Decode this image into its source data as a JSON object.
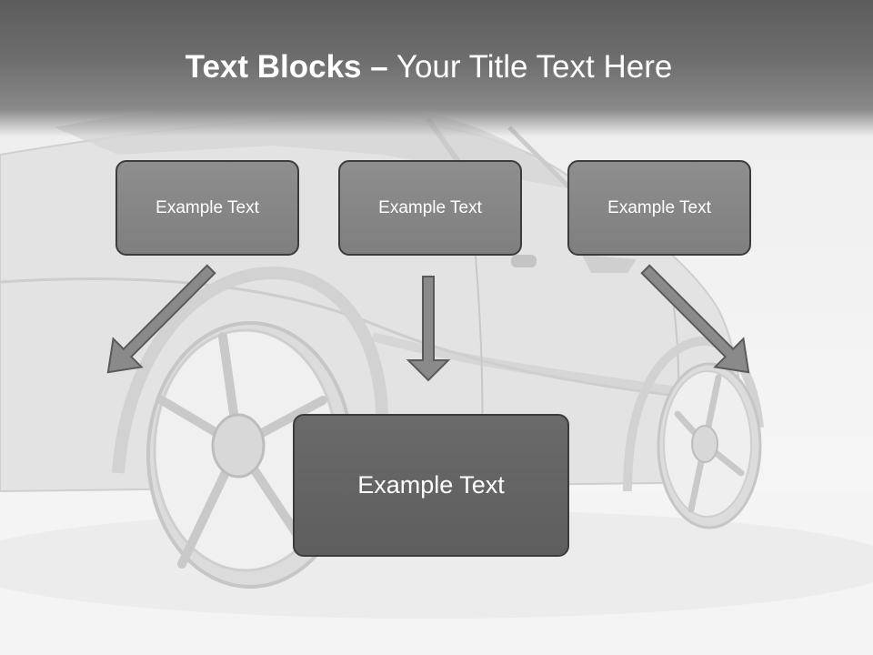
{
  "title": {
    "bold_part": "Text Blocks",
    "separator": "–",
    "regular_part": "Your Title Text Here"
  },
  "diagram": {
    "top_boxes": [
      {
        "label": "Example Text"
      },
      {
        "label": "Example Text"
      },
      {
        "label": "Example Text"
      }
    ],
    "target_box": {
      "label": "Example Text"
    }
  },
  "colors": {
    "title_bar": "#6e6e6e",
    "small_box_fill": "#868686",
    "target_box_fill": "#646464",
    "box_border": "#3c3c3c",
    "arrow_fill": "#8a8a8a",
    "text": "#ffffff"
  }
}
